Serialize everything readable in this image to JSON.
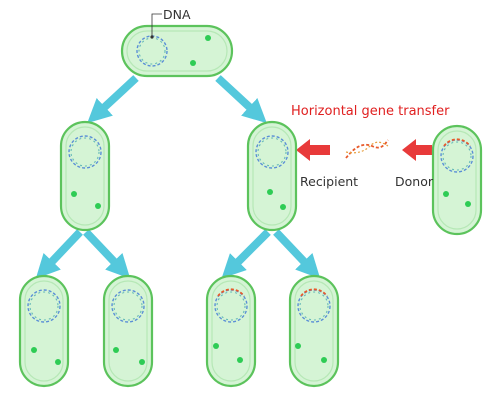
{
  "labels": {
    "dna": "DNA",
    "title": "Horizontal gene transfer",
    "recipient": "Recipient",
    "donor": "Donor"
  },
  "colors": {
    "cell_fill": "#d5f4d5",
    "cell_stroke": "#5cc35c",
    "dot": "#2ecc55",
    "dna_blue": "#5b8fd6",
    "dna_teal": "#63b8b8",
    "transferred_gene": "#e85a2a",
    "division_arrow": "#54c8dc",
    "transfer_arrow": "#e83a3a",
    "title_red": "#e02020"
  },
  "icons": {
    "division_arrow": "teal-arrow-icon",
    "transfer_arrow": "red-arrow-icon",
    "plasmid": "plasmid-dna-icon",
    "gene_fragment": "dna-fragment-icon"
  }
}
